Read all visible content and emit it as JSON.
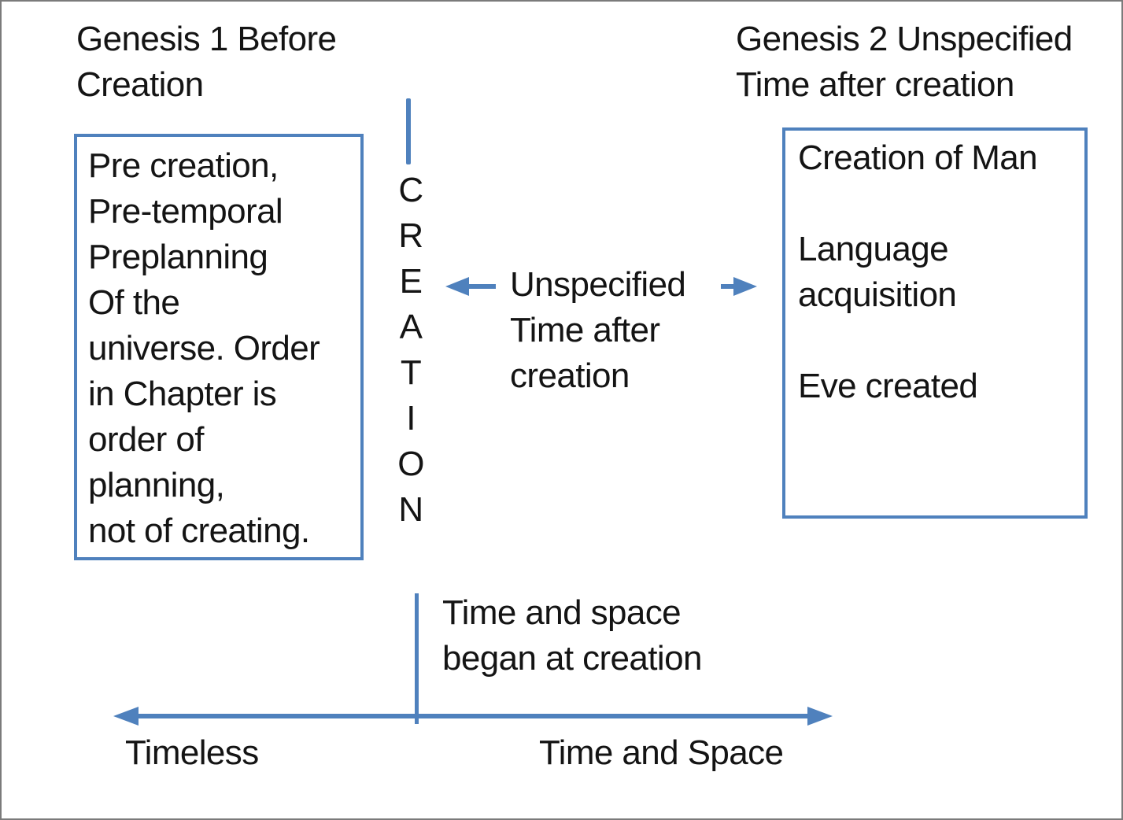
{
  "colors": {
    "accent_blue": "#4f81bd",
    "frame_gray": "#7b7b7b",
    "text_black": "#141414"
  },
  "headings": {
    "left": {
      "line1": "Genesis 1 Before",
      "line2": "Creation"
    },
    "right": {
      "line1": "Genesis 2 Unspecified",
      "line2": "Time after creation"
    }
  },
  "left_box": {
    "lines": [
      "Pre creation,",
      "Pre-temporal",
      "Preplanning",
      "Of the",
      "universe. Order",
      "in Chapter is",
      "order of",
      "planning,",
      "not of creating."
    ]
  },
  "creation_axis_label": {
    "letters": [
      "C",
      "R",
      "E",
      "A",
      "T",
      "I",
      "O",
      "N"
    ]
  },
  "center_note": {
    "line1": "Unspecified",
    "line2": "Time after",
    "line3": "creation"
  },
  "right_box": {
    "lines": [
      "Creation of Man",
      "Language",
      "acquisition",
      "Eve created"
    ]
  },
  "bottom_note": {
    "line1": "Time and space",
    "line2": "began at creation"
  },
  "timeline": {
    "left_label": "Timeless",
    "right_label": "Time and Space"
  },
  "icons": {
    "left_arrow": "arrow pointing left toward creation axis",
    "right_arrow": "arrow pointing right toward Genesis 2 box",
    "double_arrow": "double-headed timeline arrow"
  }
}
